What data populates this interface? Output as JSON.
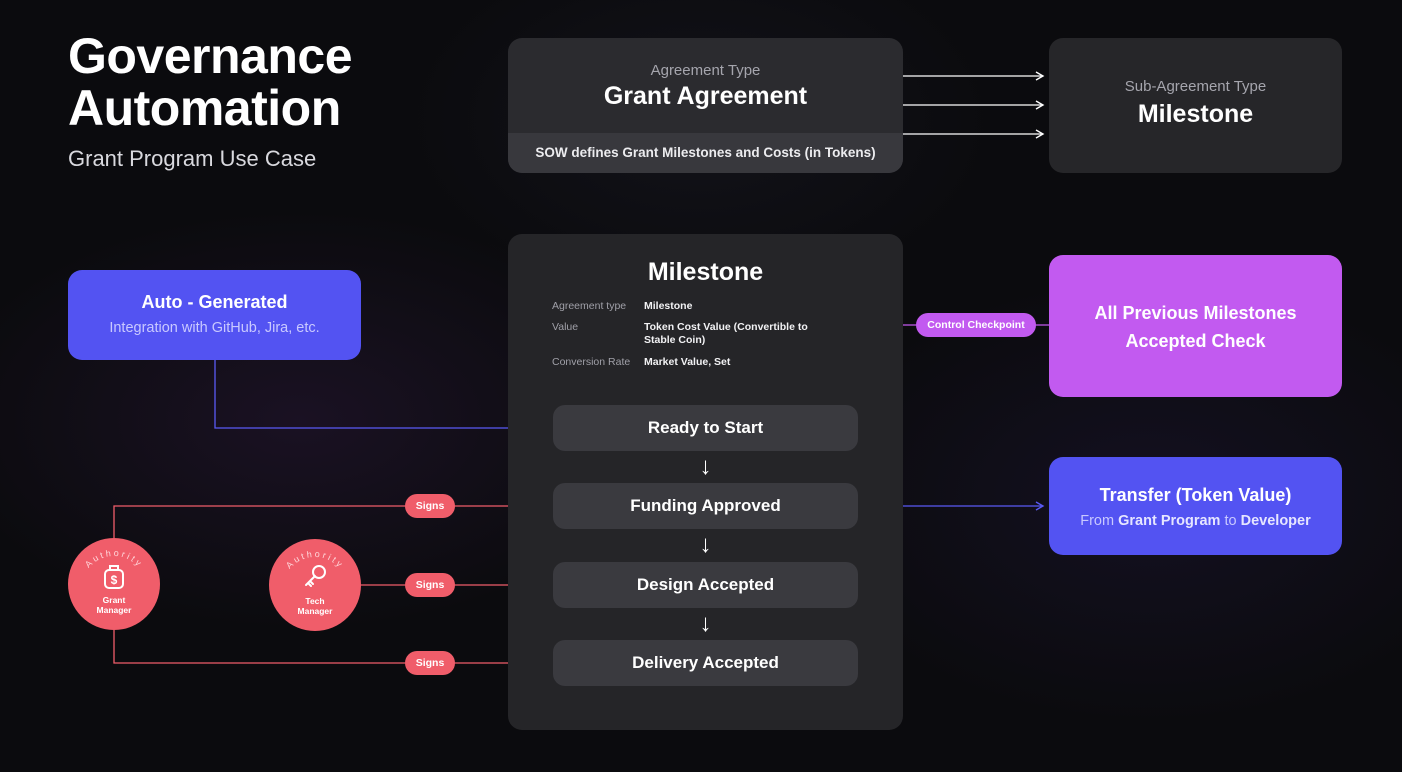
{
  "header": {
    "title": "Governance Automation",
    "subtitle": "Grant Program Use Case"
  },
  "agreement": {
    "label": "Agreement Type",
    "value": "Grant Agreement",
    "footer": "SOW defines Grant Milestones and Costs (in Tokens)"
  },
  "sub_agreement": {
    "label": "Sub-Agreement Type",
    "value": "Milestone"
  },
  "milestone": {
    "heading": "Milestone",
    "properties": [
      {
        "key": "Agreement type",
        "value": "Milestone"
      },
      {
        "key": "Value",
        "value": "Token Cost Value (Convertible to Stable Coin)"
      },
      {
        "key": "Conversion Rate",
        "value": "Market Value, Set"
      }
    ],
    "steps": [
      "Ready to Start",
      "Funding Approved",
      "Design Accepted",
      "Delivery Accepted"
    ]
  },
  "auto_generated": {
    "title": "Auto - Generated",
    "subtitle": "Integration with GitHub, Jira, etc."
  },
  "previous_check": {
    "title": "All Previous Milestones Accepted Check",
    "checkpoint_label": "Control Checkpoint"
  },
  "transfer": {
    "title": "Transfer (Token Value)",
    "from_word": "From",
    "from_entity": "Grant Program",
    "to_word": "to",
    "to_entity": "Developer"
  },
  "signs_label": "Signs",
  "authorities": [
    {
      "ring": "Authority",
      "role_line1": "Grant",
      "role_line2": "Manager",
      "icon": "money-bag-icon"
    },
    {
      "ring": "Authority",
      "role_line1": "Tech",
      "role_line2": "Manager",
      "icon": "key-icon"
    }
  ],
  "colors": {
    "blue": "#5353f2",
    "purple": "#c25af0",
    "red": "#f05d6a",
    "panel": "#252528"
  }
}
